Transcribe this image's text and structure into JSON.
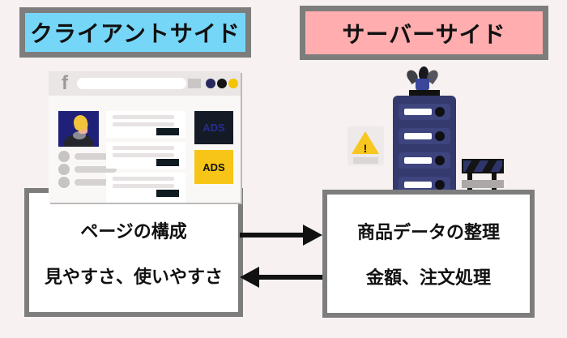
{
  "diagram": {
    "title_client": "クライアントサイド",
    "title_server": "サーバーサイド"
  },
  "client_box": {
    "line1": "ページの構成",
    "line2": "見やすさ、使いやすさ"
  },
  "server_box": {
    "line1": "商品データの整理",
    "line2": "金額、注文処理"
  },
  "browser": {
    "logo": "f",
    "ad_dark_label": "ADS",
    "ad_yellow_label": "ADS"
  },
  "server_rack": {
    "warning_mark": "!"
  },
  "colors": {
    "background": "#F7F1F2",
    "client_header_fill": "#76D6F7",
    "server_header_fill": "#FFADAE",
    "frame_gray": "#7D7D7D",
    "rack_navy": "#343A6E",
    "ad_yellow": "#F6C517",
    "warning_yellow": "#F7C71F",
    "arrow_black": "#111111"
  }
}
